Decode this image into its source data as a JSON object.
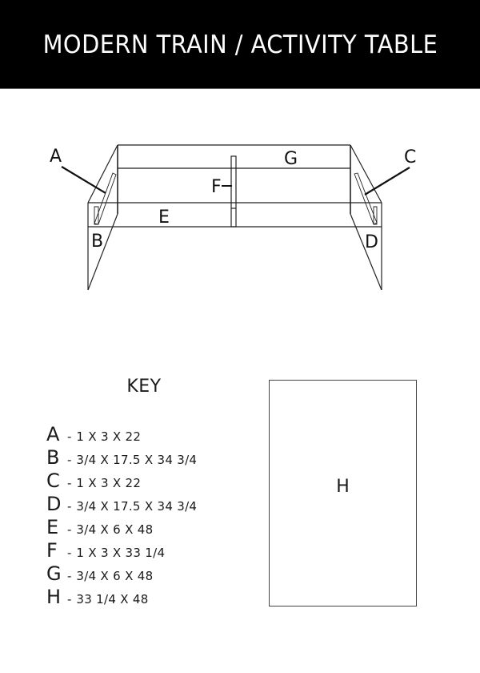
{
  "header": {
    "title": "MODERN TRAIN / ACTIVITY TABLE",
    "background": "#000000",
    "text_color": "#ffffff"
  },
  "diagram": {
    "labels": {
      "A": "A",
      "B": "B",
      "C": "C",
      "D": "D",
      "E": "E",
      "F": "F",
      "G": "G"
    }
  },
  "key": {
    "title": "KEY",
    "items": [
      {
        "letter": "A",
        "sep": "-",
        "dims": "1 X 3 X 22"
      },
      {
        "letter": "B",
        "sep": "-",
        "dims": "3/4 X 17.5 X 34 3/4"
      },
      {
        "letter": "C",
        "sep": "-",
        "dims": "1 X 3 X 22"
      },
      {
        "letter": "D",
        "sep": "-",
        "dims": "3/4 X 17.5 X 34 3/4"
      },
      {
        "letter": "E",
        "sep": "-",
        "dims": "3/4 X 6 X 48"
      },
      {
        "letter": "F",
        "sep": "-",
        "dims": "1 X 3 X 33 1/4"
      },
      {
        "letter": "G",
        "sep": "-",
        "dims": "3/4 X 6 X 48"
      },
      {
        "letter": "H",
        "sep": "-",
        "dims": "33 1/4 X 48"
      }
    ]
  },
  "tabletop": {
    "label": "H"
  }
}
